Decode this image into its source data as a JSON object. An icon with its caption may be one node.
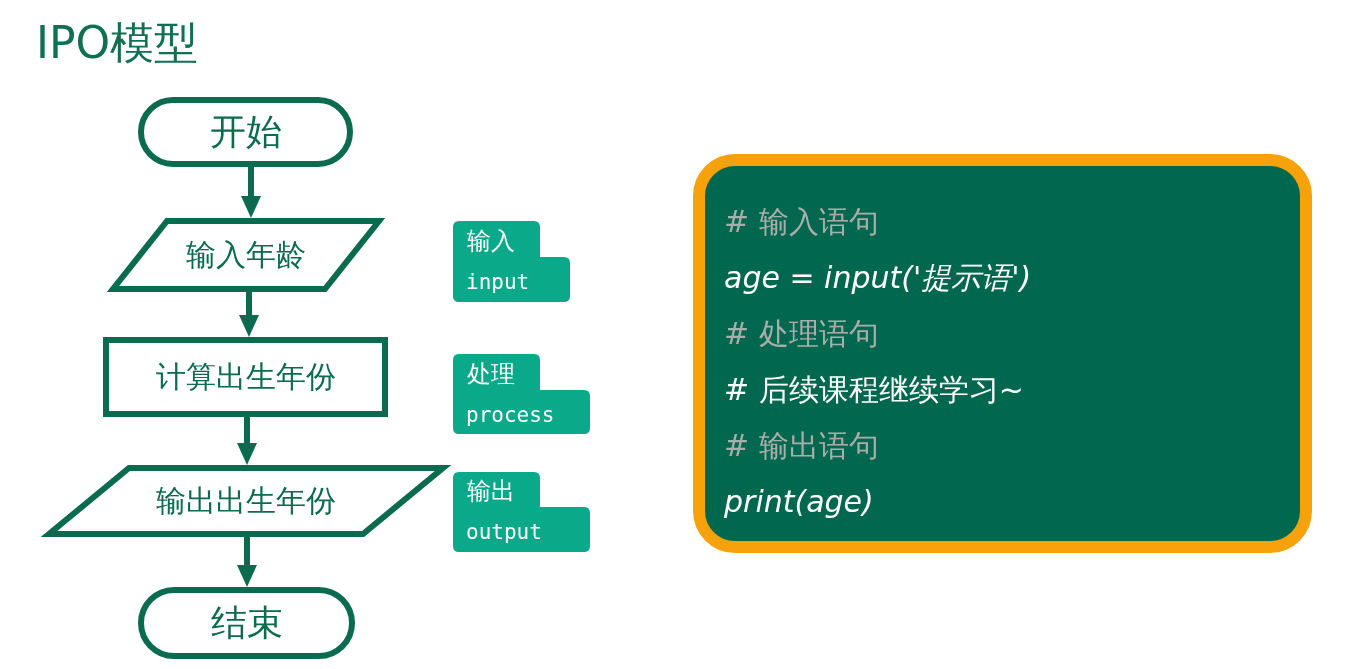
{
  "diagram": {
    "title": "IPO模型",
    "nodes": [
      {
        "text": [
          "开始"
        ]
      },
      {
        "text": [
          "输入年龄"
        ]
      },
      {
        "text": [
          "计算出生年份"
        ]
      },
      {
        "text": [
          "输出出生年份"
        ]
      },
      {
        "text": [
          "结束"
        ]
      },
      {
        "text": [
          "输入",
          "input"
        ]
      },
      {
        "text": [
          "处理",
          "process"
        ]
      },
      {
        "text": [
          "输出",
          "output"
        ]
      },
      {
        "text": [
          "# 输入语句",
          "age = input('提示语')",
          "# 处理语句",
          "# 后续课程继续学习~",
          "# 输出语句",
          "print(age)"
        ]
      }
    ],
    "edges": [
      {
        "from": 0,
        "to": 1,
        "arrow": "to"
      },
      {
        "from": 1,
        "to": 2,
        "arrow": "to"
      },
      {
        "from": 2,
        "to": 3,
        "arrow": "to"
      },
      {
        "from": 3,
        "to": 4,
        "arrow": "to"
      }
    ]
  }
}
